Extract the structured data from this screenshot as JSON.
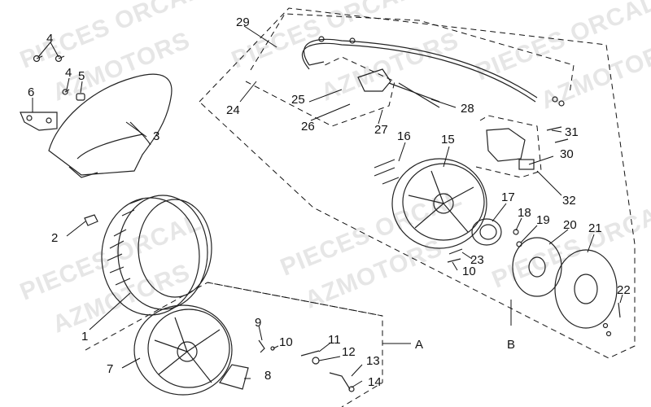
{
  "watermarks": [
    "PIECES ORCAL",
    "AZMOTORS",
    "PIECES ORCAL",
    "AZMOTORS",
    "PIECES ORCAL",
    "AZMOTORS",
    "PIECES ORCAL",
    "AZMOTORS",
    "PIECES ORCAL",
    "AZMOTORS",
    "PIECES ORCAL"
  ],
  "callouts": {
    "c1": "1",
    "c2": "2",
    "c3": "3",
    "c4a": "4",
    "c4b": "4",
    "c5": "5",
    "c6": "6",
    "c7": "7",
    "c8": "8",
    "c9": "9",
    "c10a": "10",
    "c10b": "10",
    "c11": "11",
    "c12": "12",
    "c13": "13",
    "c14": "14",
    "c15": "15",
    "c16": "16",
    "c17": "17",
    "c18": "18",
    "c19": "19",
    "c20": "20",
    "c21": "21",
    "c22": "22",
    "c23": "23",
    "c24": "24",
    "c25": "25",
    "c26": "26",
    "c27": "27",
    "c28": "28",
    "c29": "29",
    "c30": "30",
    "c31": "31",
    "c32": "32"
  },
  "group_labels": {
    "a": "A",
    "b": "B"
  },
  "colors": {
    "line": "#222222",
    "watermark": "#e6e6e6"
  }
}
